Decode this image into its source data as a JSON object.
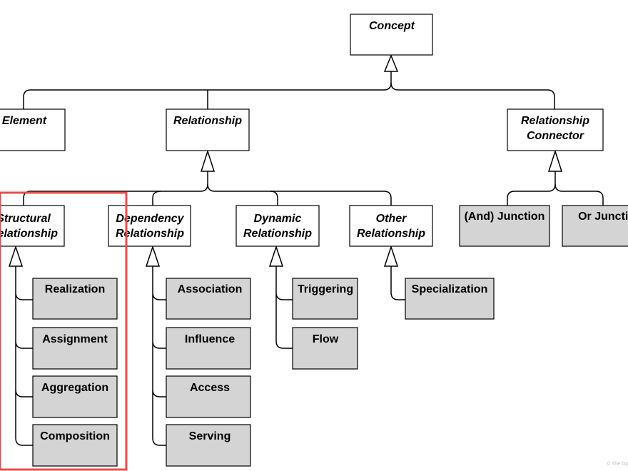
{
  "nodes": {
    "concept": "Concept",
    "element": "Element",
    "relationship": "Relationship",
    "relationship_connector": [
      "Relationship",
      "Connector"
    ],
    "structural": [
      "Structural",
      "Relationship"
    ],
    "dependency": [
      "Dependency",
      "Relationship"
    ],
    "dynamic": [
      "Dynamic",
      "Relationship"
    ],
    "other": [
      "Other",
      "Relationship"
    ],
    "and_junction": "(And) Junction",
    "or_junction": "Or Junction",
    "structural_children": [
      "Realization",
      "Assignment",
      "Aggregation",
      "Composition"
    ],
    "dependency_children": [
      "Association",
      "Influence",
      "Access",
      "Serving"
    ],
    "dynamic_children": [
      "Triggering",
      "Flow"
    ],
    "other_children": [
      "Specialization"
    ]
  },
  "copyright": "© The Open Group",
  "colors": {
    "highlight": "#e84c4c",
    "leaf_fill": "#d4d4d4"
  }
}
